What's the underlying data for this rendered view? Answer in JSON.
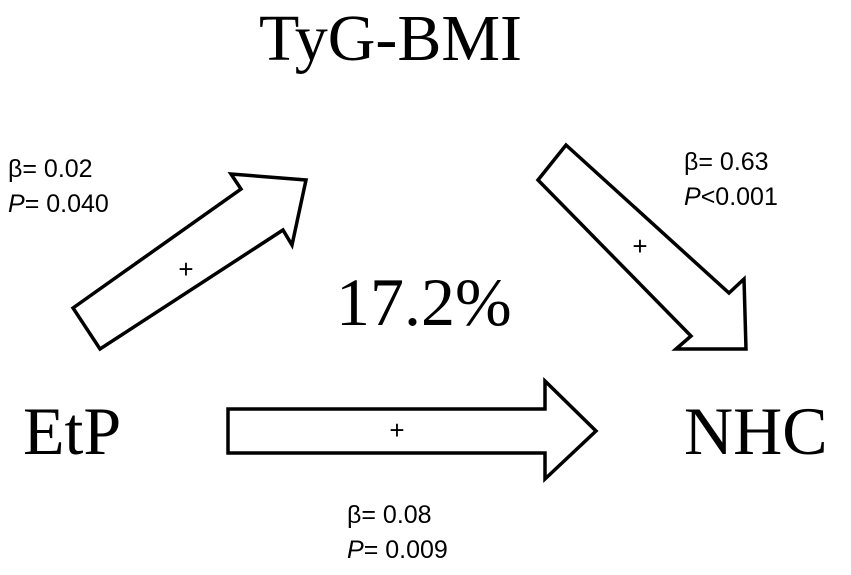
{
  "nodes": {
    "mediator": "TyG-BMI",
    "exposure": "EtP",
    "outcome": "NHC",
    "mediation_proportion": "17.2%"
  },
  "paths": {
    "a": {
      "beta": "β= 0.02",
      "p_label": "P",
      "p_value": "= 0.040",
      "sign": "+"
    },
    "b": {
      "beta": "β= 0.63",
      "p_label": "P",
      "p_value": "<0.001",
      "sign": "+"
    },
    "c": {
      "beta": "β= 0.08",
      "p_label": "P",
      "p_value": "= 0.009",
      "sign": "+"
    }
  }
}
